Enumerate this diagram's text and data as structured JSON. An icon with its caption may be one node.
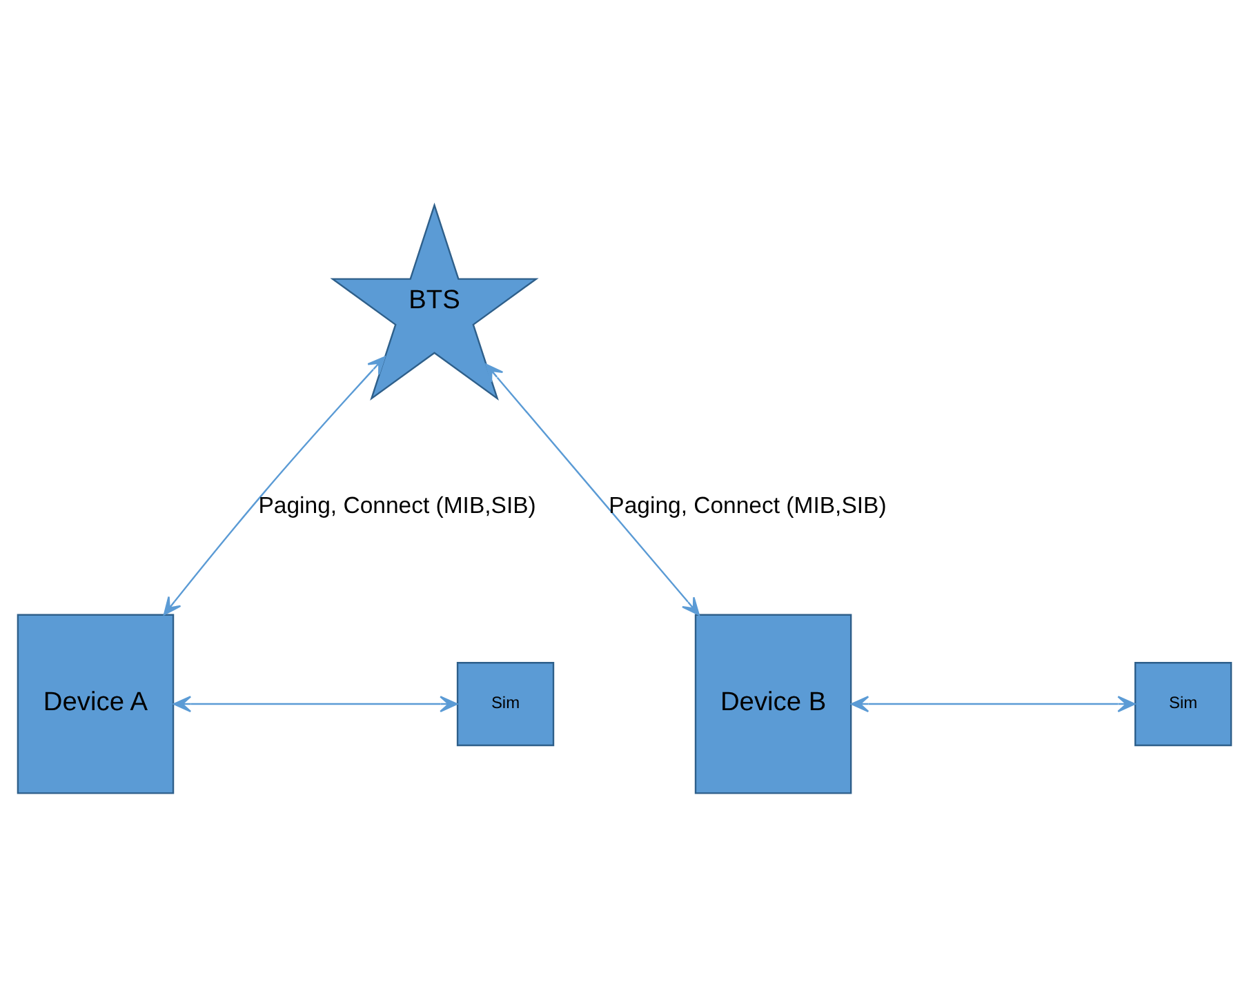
{
  "diagram": {
    "nodes": [
      {
        "text": [
          "BTS"
        ]
      },
      {
        "text": [
          "Device A"
        ]
      },
      {
        "text": [
          "Sim"
        ]
      },
      {
        "text": [
          "Device B"
        ]
      },
      {
        "text": [
          "Sim"
        ]
      }
    ],
    "edges": [
      {
        "from": 0,
        "to": 1,
        "arrow": "both",
        "label": "Paging, Connect (MIB,SIB)"
      },
      {
        "from": 1,
        "to": 2,
        "arrow": "both"
      },
      {
        "from": 0,
        "to": 3,
        "arrow": "both",
        "label": "Paging, Connect (MIB,SIB)"
      },
      {
        "from": 3,
        "to": 4,
        "arrow": "both"
      }
    ]
  }
}
